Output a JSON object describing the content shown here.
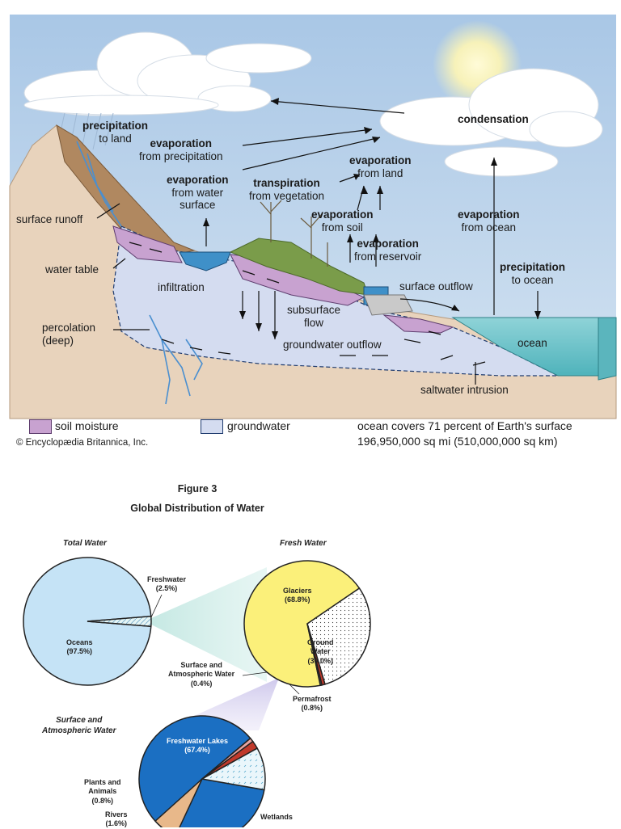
{
  "cycle_diagram": {
    "labels": {
      "precipitation_land": {
        "bold": "precipitation",
        "normal": "to land"
      },
      "evap_precip": {
        "bold": "evaporation",
        "normal": "from precipitation"
      },
      "evap_surface": {
        "bold": "evaporation",
        "normal": "from water",
        "normal2": "surface"
      },
      "transpiration": {
        "bold": "transpiration",
        "normal": "from vegetation"
      },
      "evap_land": {
        "bold": "evaporation",
        "normal": "from land"
      },
      "evap_soil": {
        "bold": "evaporation",
        "normal": "from soil"
      },
      "evap_reservoir": {
        "bold": "evaporation",
        "normal": "from reservoir"
      },
      "condensation": "condensation",
      "evap_ocean": {
        "bold": "evaporation",
        "normal": "from ocean"
      },
      "precip_ocean": {
        "bold": "precipitation",
        "normal": "to ocean"
      },
      "surface_runoff": "surface runoff",
      "water_table": "water table",
      "infiltration": "infiltration",
      "subsurface_flow": {
        "line1": "subsurface",
        "line2": "flow"
      },
      "surface_outflow": "surface outflow",
      "percolation": {
        "line1": "percolation",
        "line2": "(deep)"
      },
      "groundwater_outflow": "groundwater  outflow",
      "ocean": "ocean",
      "saltwater_intrusion": "saltwater intrusion"
    },
    "legend": {
      "soil_moisture": "soil moisture",
      "groundwater": "groundwater",
      "soil_color": "#c8a2d0",
      "groundwater_color": "#d4dcf0"
    },
    "ocean_note": {
      "line1": "ocean covers 71 percent of Earth's surface",
      "line2": "196,950,000 sq mi (510,000,000 sq km)"
    },
    "credit": "© Encyclopædia Britannica, Inc."
  },
  "figure3": {
    "figure_label": "Figure 3",
    "title": "Global Distribution of Water",
    "total_title": "Total Water",
    "fresh_title": "Fresh Water",
    "surface_title_line1": "Surface and",
    "surface_title_line2": "Atmospheric Water"
  },
  "chart_data": [
    {
      "type": "pie",
      "title": "Total Water",
      "categories": [
        "Oceans",
        "Freshwater"
      ],
      "values": [
        97.5,
        2.5
      ],
      "labels": [
        "Oceans (97.5%)",
        "Freshwater (2.5%)"
      ]
    },
    {
      "type": "pie",
      "title": "Fresh Water",
      "categories": [
        "Glaciers",
        "Ground Water",
        "Permafrost",
        "Surface and Atmospheric Water"
      ],
      "values": [
        68.8,
        30.0,
        0.8,
        0.4
      ],
      "labels": [
        "Glaciers (68.8%)",
        "Ground Water (30.0%)",
        "Permafrost (0.8%)",
        "Surface and Atmospheric Water (0.4%)"
      ]
    },
    {
      "type": "pie",
      "title": "Surface and Atmospheric Water",
      "categories": [
        "Freshwater Lakes",
        "Plants and Animals",
        "Rivers",
        "Wetlands"
      ],
      "values": [
        67.4,
        0.8,
        1.6,
        8.5
      ],
      "labels": [
        "Freshwater Lakes (67.4%)",
        "Plants and Animals (0.8%)",
        "Rivers (1.6%)",
        "Wetlands"
      ]
    }
  ],
  "pie_labels": {
    "oceans": {
      "name": "Oceans",
      "pct": "(97.5%)"
    },
    "freshwater": {
      "name": "Freshwater",
      "pct": "(2.5%)"
    },
    "glaciers": {
      "name": "Glaciers",
      "pct": "(68.8%)"
    },
    "ground_water": {
      "name1": "Ground",
      "name2": "Water",
      "pct": "(30.0%)"
    },
    "surface_atm": {
      "line1": "Surface and",
      "line2": "Atmospheric Water",
      "pct": "(0.4%)"
    },
    "permafrost": {
      "name": "Permafrost",
      "pct": "(0.8%)"
    },
    "fresh_lakes": {
      "name": "Freshwater Lakes",
      "pct": "(67.4%)"
    },
    "plants": {
      "line1": "Plants and",
      "line2": "Animals",
      "pct": "(0.8%)"
    },
    "rivers": {
      "name": "Rivers",
      "pct": "(1.6%)"
    },
    "wetlands": {
      "name": "Wetlands"
    }
  },
  "colors": {
    "sky": "#b9d2ea",
    "ocean": "#6fc4cc",
    "ground_beige": "#e8d3bc",
    "groundwater_fill": "#d4dcf0",
    "soil_moisture_fill": "#c8a2d0",
    "total_pie": "#c5e3f6",
    "glaciers": "#fbf07a",
    "fresh_lakes": "#1b6fc2",
    "pie_stroke": "#222222"
  }
}
